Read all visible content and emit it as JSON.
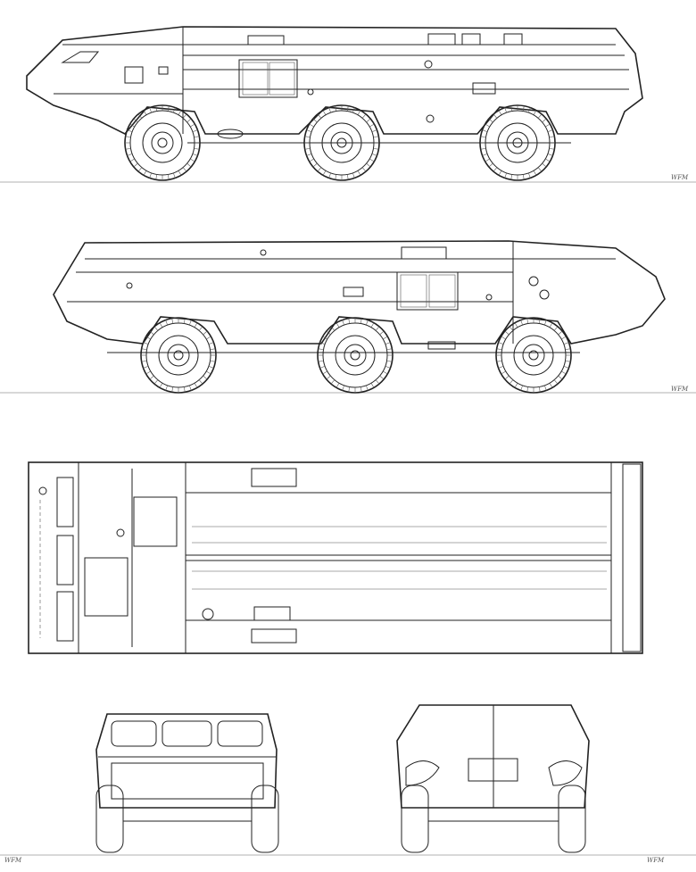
{
  "signatures": {
    "side_left": "WFM",
    "side_right": "WFM",
    "front_rear": "WFM",
    "front_rear_right": "WFM"
  },
  "views": [
    "side-view-left",
    "side-view-right",
    "top-view",
    "front-view",
    "rear-view"
  ]
}
